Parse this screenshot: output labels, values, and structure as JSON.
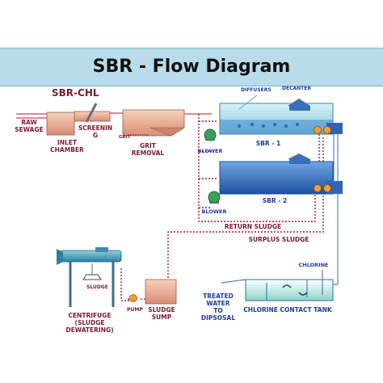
{
  "title": "SBR - Flow Diagram",
  "subtitle": "SBR-CHL",
  "labels": {
    "raw_sewage": [
      "RAW",
      "SEWAGE"
    ],
    "inlet_chamber": [
      "INLET",
      "CHAMBER"
    ],
    "screening": [
      "SCREENIN",
      "G"
    ],
    "grit": "GRIT",
    "grit_removal": [
      "GRIT",
      "REMOVAL"
    ],
    "diffusers": "DIFFUSERS",
    "decanter": "DECANTER",
    "blower_1": "BLOWER",
    "blower_2": "BLOWER",
    "sbr1": "SBR - 1",
    "sbr2": "SBR - 2",
    "return_sludge": "RETURN SLUDGE",
    "surplus_sludge": "SURPLUS SLUDGE",
    "chlorine": "CHLORINE",
    "sludge": "SLUDGE",
    "centrifuge": [
      "CENTRIFUGE",
      "(SLUDGE",
      "DEWATERING)"
    ],
    "pump": "PUMP",
    "sludge_sump": [
      "SLUDGE",
      "SUMP"
    ],
    "treated_water": [
      "TREATED",
      "WATER",
      "TO",
      "DIPSOSAL"
    ],
    "chlorine_contact_tank": "CHLORINE CONTACT TANK"
  },
  "colors": {
    "banner": "#b8dcea",
    "title_maroon": "#7a1b2e",
    "label_blue": "#1f3c9a",
    "tank_salmon": "#e8a98a",
    "sbr_blue": "#2f63b8",
    "flow_red": "#b0182a",
    "line_blue": "#2b6cb0"
  }
}
